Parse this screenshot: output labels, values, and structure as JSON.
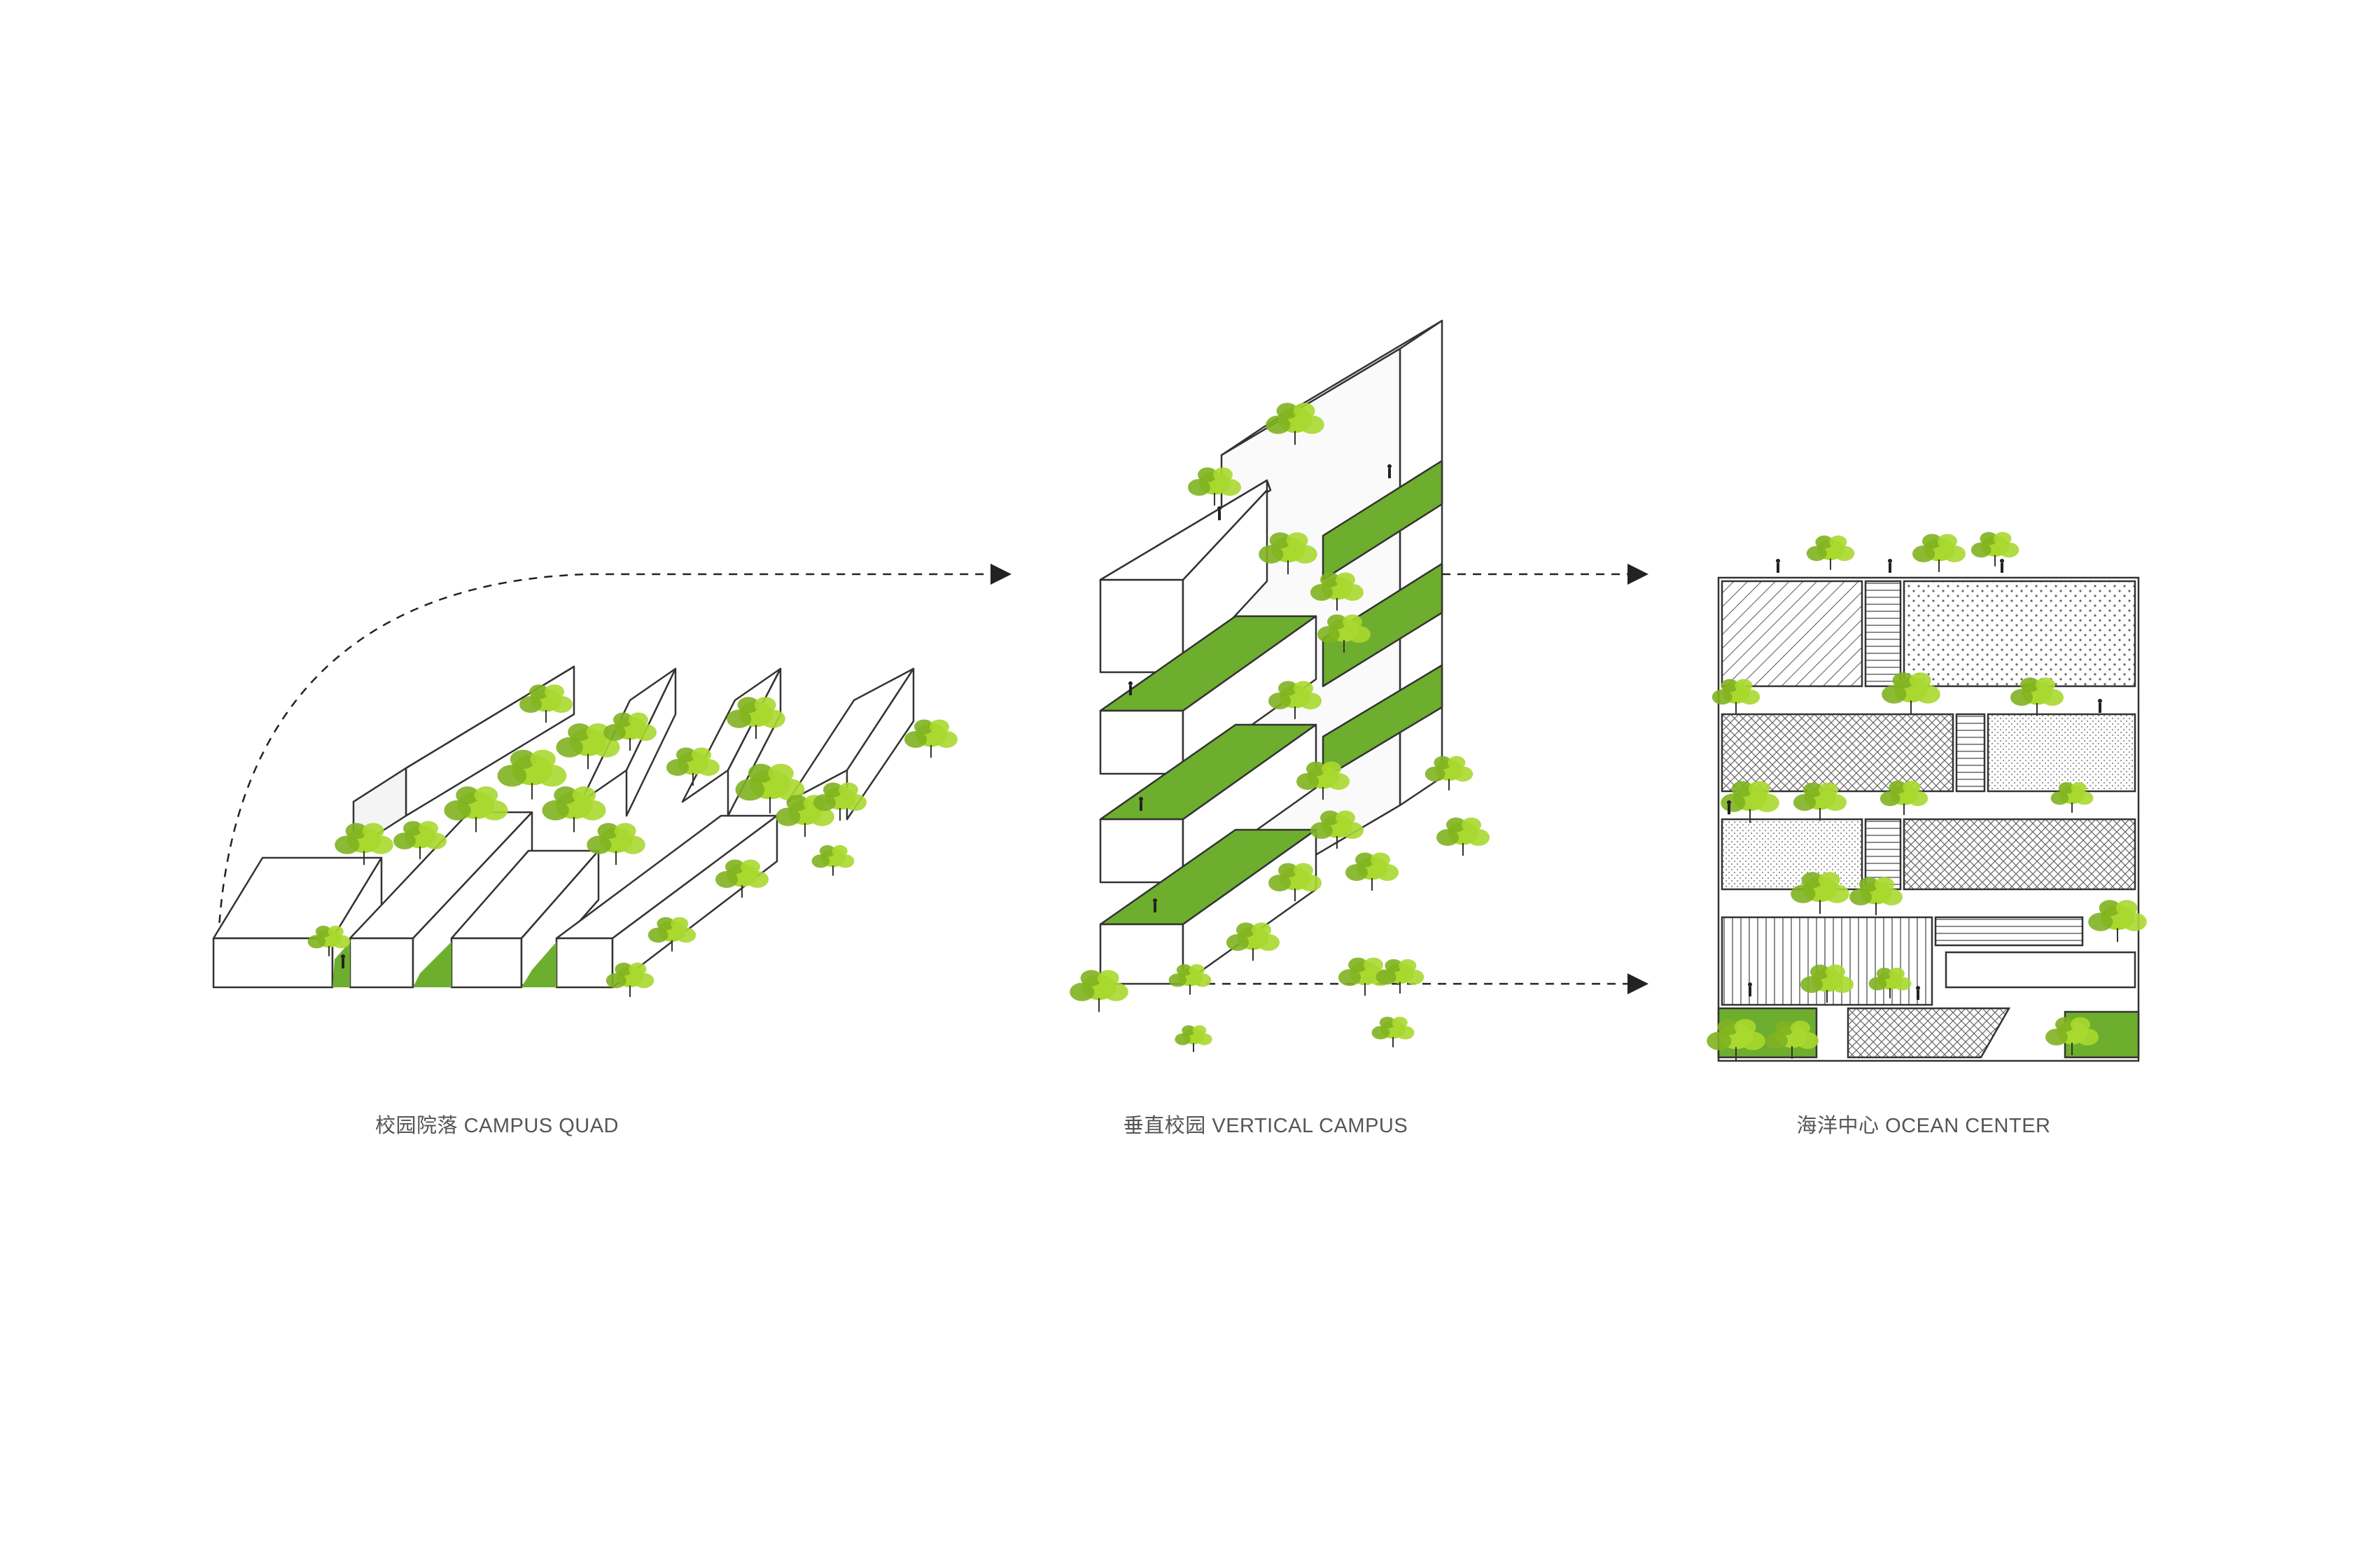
{
  "colors": {
    "tree": "#a9d82f",
    "tree_dark": "#7fb321",
    "lawn": "#6dae2e",
    "outline": "#333333",
    "box_fill": "#ffffff",
    "arrow": "#222222"
  },
  "captions": {
    "campus_quad": "校园院落 CAMPUS QUAD",
    "vertical_campus": "垂直校园 VERTICAL CAMPUS",
    "ocean_center": "海洋中心 OCEAN CENTER"
  }
}
